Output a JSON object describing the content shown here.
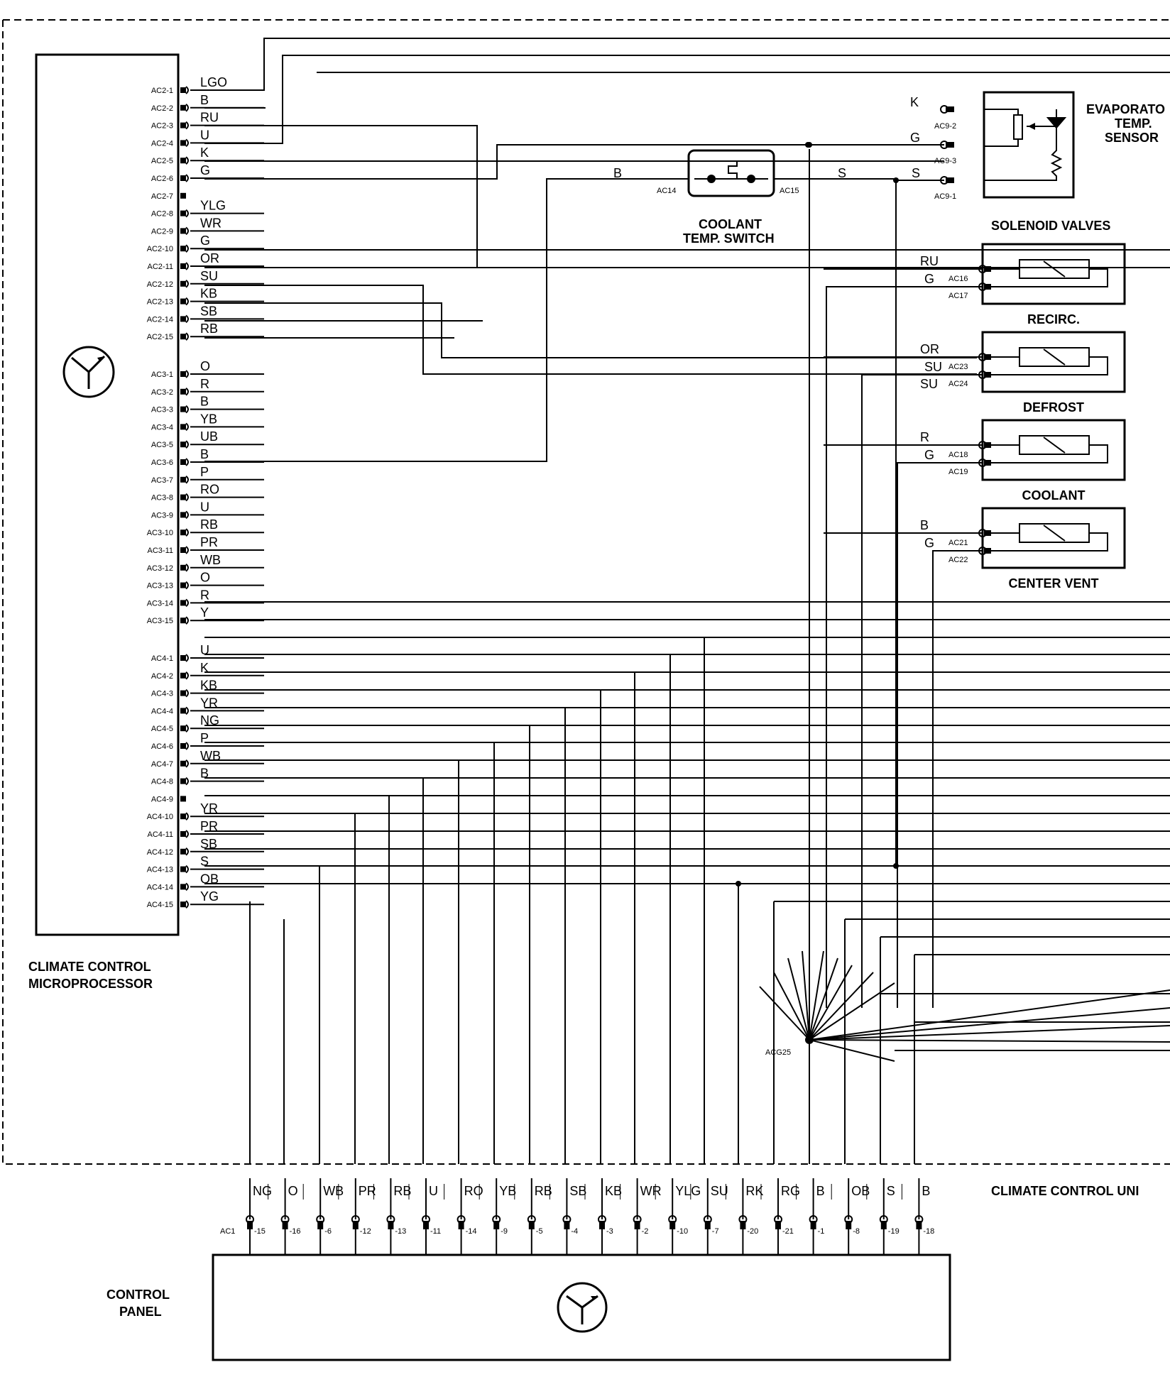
{
  "microprocessor": {
    "label_line1": "CLIMATE CONTROL",
    "label_line2": "MICROPROCESSOR",
    "icon": "transistor-symbol-icon",
    "pins": [
      {
        "id": "AC2-1",
        "wire": "LGO"
      },
      {
        "id": "AC2-2",
        "wire": "B"
      },
      {
        "id": "AC2-3",
        "wire": "RU"
      },
      {
        "id": "AC2-4",
        "wire": "U"
      },
      {
        "id": "AC2-5",
        "wire": "K"
      },
      {
        "id": "AC2-6",
        "wire": "G"
      },
      {
        "id": "AC2-7",
        "wire": ""
      },
      {
        "id": "AC2-8",
        "wire": "YLG"
      },
      {
        "id": "AC2-9",
        "wire": "WR"
      },
      {
        "id": "AC2-10",
        "wire": "G"
      },
      {
        "id": "AC2-11",
        "wire": "OR"
      },
      {
        "id": "AC2-12",
        "wire": "SU"
      },
      {
        "id": "AC2-13",
        "wire": "KB"
      },
      {
        "id": "AC2-14",
        "wire": "SB"
      },
      {
        "id": "AC2-15",
        "wire": "RB"
      },
      {
        "id": "AC3-1",
        "wire": "O"
      },
      {
        "id": "AC3-2",
        "wire": "R"
      },
      {
        "id": "AC3-3",
        "wire": "B"
      },
      {
        "id": "AC3-4",
        "wire": "YB"
      },
      {
        "id": "AC3-5",
        "wire": "UB"
      },
      {
        "id": "AC3-6",
        "wire": "B"
      },
      {
        "id": "AC3-7",
        "wire": "P"
      },
      {
        "id": "AC3-8",
        "wire": "RO"
      },
      {
        "id": "AC3-9",
        "wire": "U"
      },
      {
        "id": "AC3-10",
        "wire": "RB"
      },
      {
        "id": "AC3-11",
        "wire": "PR"
      },
      {
        "id": "AC3-12",
        "wire": "WB"
      },
      {
        "id": "AC3-13",
        "wire": "O"
      },
      {
        "id": "AC3-14",
        "wire": "R"
      },
      {
        "id": "AC3-15",
        "wire": "Y"
      },
      {
        "id": "AC4-1",
        "wire": "U"
      },
      {
        "id": "AC4-2",
        "wire": "K"
      },
      {
        "id": "AC4-3",
        "wire": "KB"
      },
      {
        "id": "AC4-4",
        "wire": "YR"
      },
      {
        "id": "AC4-5",
        "wire": "NG"
      },
      {
        "id": "AC4-6",
        "wire": "P"
      },
      {
        "id": "AC4-7",
        "wire": "WB"
      },
      {
        "id": "AC4-8",
        "wire": "B"
      },
      {
        "id": "AC4-9",
        "wire": ""
      },
      {
        "id": "AC4-10",
        "wire": "YR"
      },
      {
        "id": "AC4-11",
        "wire": "PR"
      },
      {
        "id": "AC4-12",
        "wire": "SB"
      },
      {
        "id": "AC4-13",
        "wire": "S"
      },
      {
        "id": "AC4-14",
        "wire": "OB"
      },
      {
        "id": "AC4-15",
        "wire": "YG"
      }
    ]
  },
  "evaporator_sensor": {
    "label_line1": "EVAPORATO",
    "label_line2": "TEMP.",
    "label_line3": "SENSOR",
    "pins": [
      {
        "id": "AC9-2",
        "wire": "K"
      },
      {
        "id": "AC9-3",
        "wire": "G"
      },
      {
        "id": "AC9-1",
        "wire": "S"
      }
    ]
  },
  "coolant_switch": {
    "label_line1": "COOLANT",
    "label_line2": "TEMP. SWITCH",
    "pin_left": "AC14",
    "pin_right": "AC15",
    "wire_left": "B",
    "wire_right": "S"
  },
  "solenoids": {
    "title": "SOLENOID VALVES",
    "valves": [
      {
        "name": "RECIRC.",
        "wire1": "RU",
        "wire2": "G",
        "pin1": "AC16",
        "pin2": "AC17"
      },
      {
        "name": "DEFROST",
        "wire1": "OR",
        "wire2": "SU",
        "wire3": "SU",
        "pin1": "AC23",
        "pin2": "AC24"
      },
      {
        "name": "COOLANT",
        "wire1": "R",
        "wire2": "G",
        "pin1": "AC18",
        "pin2": "AC19"
      },
      {
        "name": "CENTER VENT",
        "wire1": "B",
        "wire2": "G",
        "pin1": "AC21",
        "pin2": "AC22"
      }
    ]
  },
  "ground": {
    "label": "ACG25"
  },
  "unit": {
    "label": "CLIMATE CONTROL UNI"
  },
  "control_panel": {
    "label_line1": "CONTROL",
    "label_line2": "PANEL",
    "connector": "AC1",
    "icon": "transistor-symbol-icon",
    "pins": [
      {
        "wire": "NG",
        "pin": "-15"
      },
      {
        "wire": "O",
        "pin": "-16"
      },
      {
        "wire": "WB",
        "pin": "-6"
      },
      {
        "wire": "PR",
        "pin": "-12"
      },
      {
        "wire": "RB",
        "pin": "-13"
      },
      {
        "wire": "U",
        "pin": "-11"
      },
      {
        "wire": "RO",
        "pin": "-14"
      },
      {
        "wire": "YB",
        "pin": "-9"
      },
      {
        "wire": "RB",
        "pin": "-5"
      },
      {
        "wire": "SB",
        "pin": "-4"
      },
      {
        "wire": "KB",
        "pin": "-3"
      },
      {
        "wire": "WR",
        "pin": "-2"
      },
      {
        "wire": "YLG",
        "pin": "-10"
      },
      {
        "wire": "SU",
        "pin": "-7"
      },
      {
        "wire": "RK",
        "pin": "-20"
      },
      {
        "wire": "RG",
        "pin": "-21"
      },
      {
        "wire": "B",
        "pin": "-1"
      },
      {
        "wire": "OB",
        "pin": "-8"
      },
      {
        "wire": "S",
        "pin": "-19"
      },
      {
        "wire": "B",
        "pin": "-18"
      }
    ]
  }
}
